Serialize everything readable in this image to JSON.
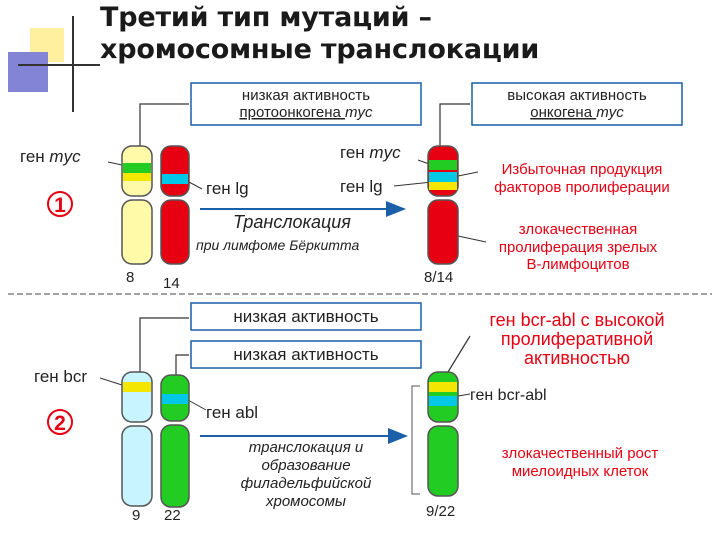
{
  "title_line1": "Третий тип мутаций –",
  "title_line2": "хромосомные транслокации",
  "colors": {
    "accent_red": "#e60012",
    "yellow_chrom": "#fffaa8",
    "cyan_chrom": "#c8f4ff",
    "green_chrom": "#22cc22",
    "band_green": "#22cc22",
    "band_cyan": "#00c8e6",
    "band_yellow": "#f5e600",
    "deco_square_light": "#fff0a0",
    "deco_square_dark": "#7a7ad0"
  },
  "panel1": {
    "number": "1",
    "low_box_line1": "низкая активность",
    "low_box_line2a": "протоонкогена ",
    "low_box_line2b": "myc",
    "high_box_line1": "высокая активность",
    "high_box_line2a": "онкогена ",
    "high_box_line2b": "myc",
    "gene_myc_left_a": "ген ",
    "gene_myc_left_b": "myc",
    "gene_myc_right_a": "ген ",
    "gene_myc_right_b": "myc",
    "gene_lg_left": "ген lg",
    "gene_lg_right": "ген lg",
    "translocation": "Транслокация",
    "burkitt": "при лимфоме Бёркитта",
    "label_8": "8",
    "label_14": "14",
    "label_8_14": "8/14",
    "overproduction_line1": "Избыточная продукция",
    "overproduction_line2": "факторов пролиферации",
    "malignant_line1": "злокачественная",
    "malignant_line2": "пролиферация зрелых",
    "malignant_line3": "В-лимфоцитов"
  },
  "panel2": {
    "number": "2",
    "low_box1": "низкая активность",
    "low_box2": "низкая активность",
    "bcr_abl_high_line1": "ген bcr-abl с высокой",
    "bcr_abl_high_line2": "пролиферативной",
    "bcr_abl_high_line3": "активностью",
    "gene_bcr": "ген bcr",
    "gene_abl": "ген abl",
    "gene_bcr_abl": "ген bcr-abl",
    "phila_line1": "транслокация и",
    "phila_line2": "образование",
    "phila_line3": "филадельфийской",
    "phila_line4": "хромосомы",
    "label_9": "9",
    "label_22": "22",
    "label_9_22": "9/22",
    "malignant_line1": "злокачественный рост",
    "malignant_line2": "миелоидных клеток"
  }
}
